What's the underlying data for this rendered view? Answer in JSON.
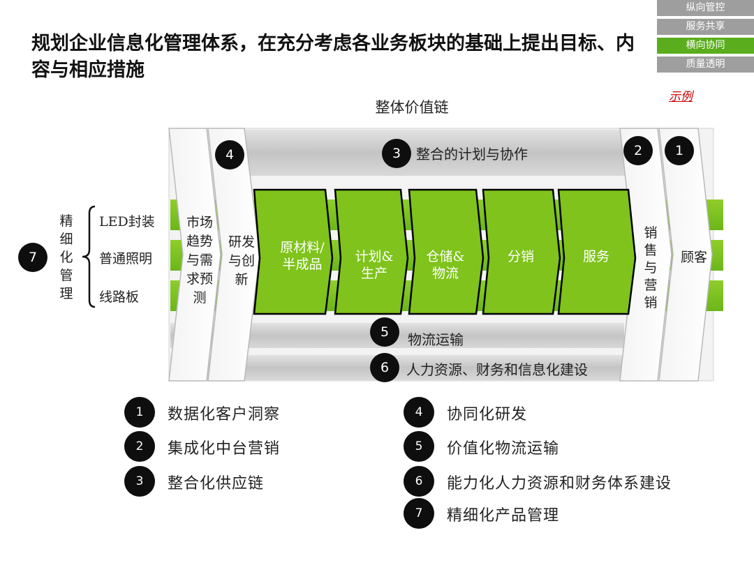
{
  "title": "规划企业信息化管理体系，在充分考虑各业务板块的基础上提出目标、内容与相应措施",
  "nav_tabs": [
    {
      "label": "纵向管控",
      "active": false
    },
    {
      "label": "服务共享",
      "active": false
    },
    {
      "label": "横向协同",
      "active": true
    },
    {
      "label": "质量透明",
      "active": false
    }
  ],
  "example_mark": "示例",
  "chain_title": "整体价值链",
  "top_band": {
    "number": "3",
    "label": "整合的计划与协作"
  },
  "left": {
    "number": "7",
    "vertical_label": "精细化管理",
    "products": [
      "LED封装",
      "普通照明",
      "线路板"
    ]
  },
  "columns": {
    "market": "市场趋势与需求预测",
    "rnd": {
      "number": "4",
      "label": "研发与创新"
    },
    "sales": {
      "number": "2",
      "label": "销售与营销"
    },
    "customer": {
      "number": "1",
      "label": "顾客"
    }
  },
  "chevrons": [
    {
      "label": "原材料/\n半成品"
    },
    {
      "label": "计划&\n生产"
    },
    {
      "label": "仓储&\n物流"
    },
    {
      "label": "分销"
    },
    {
      "label": "服务"
    }
  ],
  "bottom_bands": [
    {
      "number": "5",
      "label": "物流运输"
    },
    {
      "number": "6",
      "label": "人力资源、财务和信息化建设"
    }
  ],
  "legend": [
    {
      "number": "1",
      "text": "数据化客户洞察"
    },
    {
      "number": "2",
      "text": "集成化中台营销"
    },
    {
      "number": "3",
      "text": "整合化供应链"
    },
    {
      "number": "4",
      "text": "协同化研发"
    },
    {
      "number": "5",
      "text": "价值化物流运输"
    },
    {
      "number": "6",
      "text": "能力化人力资源和财务体系建设"
    },
    {
      "number": "7",
      "text": "精细化产品管理"
    }
  ],
  "colors": {
    "green": "#7fc31c",
    "dark_green": "#5aad1c",
    "gray": "#c9c9c9",
    "badge": "#0e0e0e"
  }
}
